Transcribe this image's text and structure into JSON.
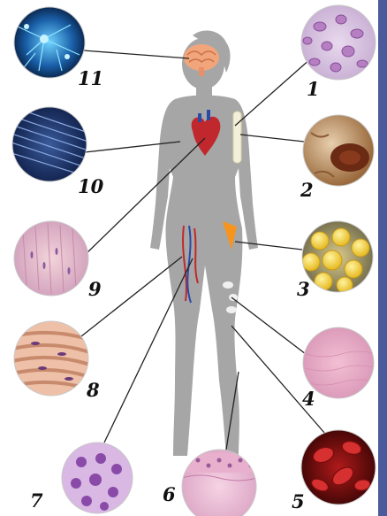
{
  "labels": {
    "n1": "1",
    "n2": "2",
    "n3": "3",
    "n4": "4",
    "n5": "5",
    "n6": "6",
    "n7": "7",
    "n8": "8",
    "n9": "9",
    "n10": "10",
    "n11": "11"
  },
  "colors": {
    "silhouette": "#a6a6a6",
    "sidebar": "#4a5a9a",
    "heart": "#c0282d",
    "brain": "#f2a57a",
    "fat": "#f7941d",
    "bone": "#f2f0d8"
  }
}
